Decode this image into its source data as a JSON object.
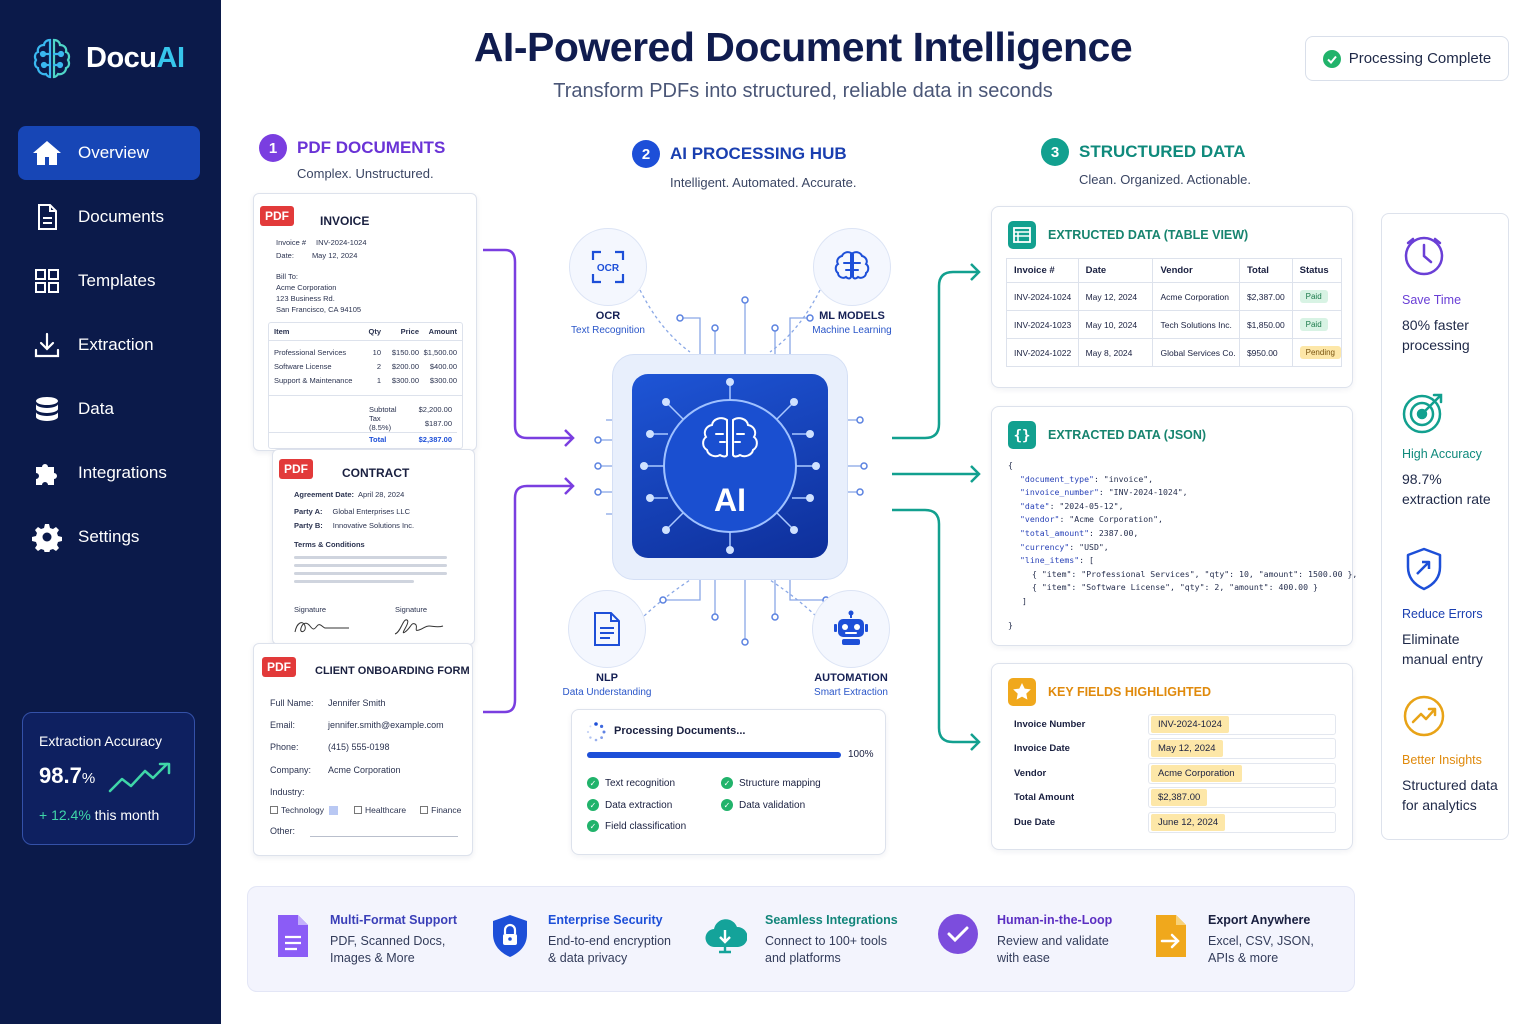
{
  "app": {
    "brand_prefix": "Docu",
    "brand_suffix": "AI"
  },
  "sidebar": {
    "items": [
      {
        "label": "Overview",
        "icon": "home-icon",
        "active": true
      },
      {
        "label": "Documents",
        "icon": "document-icon"
      },
      {
        "label": "Templates",
        "icon": "templates-icon"
      },
      {
        "label": "Extraction",
        "icon": "download-icon"
      },
      {
        "label": "Data",
        "icon": "database-icon"
      },
      {
        "label": "Integrations",
        "icon": "puzzle-icon"
      },
      {
        "label": "Settings",
        "icon": "gear-icon"
      }
    ],
    "accuracy": {
      "title": "Extraction Accuracy",
      "value": "98.7",
      "unit": "%",
      "delta": "+ 12.4%",
      "delta_suffix": " this month"
    }
  },
  "header": {
    "title": "AI-Powered Document Intelligence",
    "subtitle": "Transform PDFs into structured, reliable data in seconds",
    "status": "Processing Complete"
  },
  "steps": [
    {
      "num": "1",
      "title": "PDF DOCUMENTS",
      "subtitle": "Complex. Unstructured.",
      "color": "#7a3ee0"
    },
    {
      "num": "2",
      "title": "AI PROCESSING HUB",
      "subtitle": "Intelligent. Automated. Accurate.",
      "color": "#1d4fd8"
    },
    {
      "num": "3",
      "title": "STRUCTURED DATA",
      "subtitle": "Clean. Organized. Actionable.",
      "color": "#12a08f"
    }
  ],
  "invoice": {
    "badge": "PDF",
    "title": "INVOICE",
    "invoice_label": "Invoice #",
    "invoice_no": "INV-2024-1024",
    "date_label": "Date:",
    "date": "May 12, 2024",
    "bill_to": "Bill To:",
    "bill_1": "Acme Corporation",
    "bill_2": "123 Business Rd.",
    "bill_3": "San Francisco, CA 94105",
    "headers": [
      "Item",
      "Qty",
      "Price",
      "Amount"
    ],
    "rows": [
      [
        "Professional Services",
        "10",
        "$150.00",
        "$1,500.00"
      ],
      [
        "Software License",
        "2",
        "$200.00",
        "$400.00"
      ],
      [
        "Support & Maintenance",
        "1",
        "$300.00",
        "$300.00"
      ]
    ],
    "subtotal_label": "Subtotal",
    "subtotal": "$2,200.00",
    "tax_label": "Tax (8.5%)",
    "tax": "$187.00",
    "total_label": "Total",
    "total": "$2,387.00"
  },
  "contract": {
    "badge": "PDF",
    "title": "CONTRACT",
    "date_label": "Agreement Date:",
    "date": "April 28, 2024",
    "party_a_label": "Party A:",
    "party_a": "Global Enterprises LLC",
    "party_b_label": "Party B:",
    "party_b": "Innovative Solutions Inc.",
    "terms": "Terms & Conditions",
    "sig_1": "Signature",
    "sig_2": "Signature"
  },
  "form": {
    "badge": "PDF",
    "title": "CLIENT ONBOARDING FORM",
    "fields": [
      {
        "label": "Full Name:",
        "value": "Jennifer Smith"
      },
      {
        "label": "Email:",
        "value": "jennifer.smith@example.com"
      },
      {
        "label": "Phone:",
        "value": "(415) 555-0198"
      },
      {
        "label": "Company:",
        "value": "Acme Corporation"
      }
    ],
    "industry_label": "Industry:",
    "options": [
      "Technology",
      "Healthcare",
      "Finance"
    ],
    "other_label": "Other:"
  },
  "hub": {
    "chip_label": "AI",
    "modules": [
      {
        "title": "OCR",
        "subtitle": "Text Recognition",
        "icon": "ocr-scan-icon",
        "glyph": "OCR"
      },
      {
        "title": "ML MODELS",
        "subtitle": "Machine Learning",
        "icon": "brain-icon"
      },
      {
        "title": "NLP",
        "subtitle": "Data Understanding",
        "icon": "document-lines-icon"
      },
      {
        "title": "AUTOMATION",
        "subtitle": "Smart Extraction",
        "icon": "robot-icon"
      }
    ],
    "progress": {
      "title": "Processing Documents...",
      "percent": 100,
      "percent_label": "100%",
      "tasks": [
        "Text recognition",
        "Structure mapping",
        "Data extraction",
        "Data validation",
        "Field classification"
      ]
    }
  },
  "table_panel": {
    "title": "EXTRUCTED DATA (TABLE VIEW)",
    "headers": [
      "Invoice #",
      "Date",
      "Vendor",
      "Total",
      "Status"
    ],
    "rows": [
      {
        "invoice": "INV-2024-1024",
        "date": "May 12, 2024",
        "vendor": "Acme Corporation",
        "total": "$2,387.00",
        "status": "Paid"
      },
      {
        "invoice": "INV-2024-1023",
        "date": "May 10, 2024",
        "vendor": "Tech Solutions Inc.",
        "total": "$1,850.00",
        "status": "Paid"
      },
      {
        "invoice": "INV-2024-1022",
        "date": "May 8, 2024",
        "vendor": "Global Services Co.",
        "total": "$950.00",
        "status": "Pending"
      }
    ]
  },
  "json_panel": {
    "title": "EXTRACTED DATA (JSON)",
    "open": "{",
    "lines": [
      {
        "key": "\"document_type\"",
        "rest": ": \"invoice\","
      },
      {
        "key": "\"invoice_number\"",
        "rest": ": \"INV-2024-1024\","
      },
      {
        "key": "\"date\"",
        "rest": ": \"2024-05-12\","
      },
      {
        "key": "\"vendor\"",
        "rest": ": \"Acme Corporation\","
      },
      {
        "key": "\"total_amount\"",
        "rest": ": 2387.00,"
      },
      {
        "key": "\"currency\"",
        "rest": ": \"USD\","
      },
      {
        "key": "\"line_items\"",
        "rest": ": ["
      }
    ],
    "item_1": "{ \"item\": \"Professional Services\", \"qty\": 10, \"amount\": 1500.00 },",
    "item_2": "{ \"item\": \"Software License\", \"qty\": 2, \"amount\": 400.00 }",
    "close_arr": "]",
    "close": "}"
  },
  "key_fields": {
    "title": "KEY FIELDS HIGHLIGHTED",
    "fields": [
      {
        "label": "Invoice Number",
        "value": "INV-2024-1024"
      },
      {
        "label": "Invoice Date",
        "value": "May 12, 2024"
      },
      {
        "label": "Vendor",
        "value": "Acme Corporation"
      },
      {
        "label": "Total Amount",
        "value": "$2,387.00"
      },
      {
        "label": "Due Date",
        "value": "June 12, 2024"
      }
    ]
  },
  "benefits": [
    {
      "title": "Save Time",
      "desc": "80% faster processing",
      "color": "#6a3fd6",
      "icon": "clock-icon"
    },
    {
      "title": "High Accuracy",
      "desc": "98.7% extraction rate",
      "color": "#12a08f",
      "icon": "target-icon"
    },
    {
      "title": "Reduce Errors",
      "desc": "Eliminate manual entry",
      "color": "#1d4fd8",
      "icon": "shield-icon"
    },
    {
      "title": "Better Insights",
      "desc": "Structured data for analytics",
      "color": "#e8a317",
      "icon": "trend-icon"
    }
  ],
  "features": [
    {
      "title": "Multi-Format Support",
      "desc": "PDF, Scanned Docs, Images & More",
      "color": "#3a3fb8",
      "accent": "#8b5cf6",
      "icon": "file-icon"
    },
    {
      "title": "Enterprise Security",
      "desc": "End-to-end encryption & data privacy",
      "color": "#1d4fd8",
      "accent": "#1d4fd8",
      "icon": "lock-shield-icon"
    },
    {
      "title": "Seamless Integrations",
      "desc": "Connect to 100+ tools and platforms",
      "color": "#12857a",
      "accent": "#14a39a",
      "icon": "cloud-icon"
    },
    {
      "title": "Human-in-the-Loop",
      "desc": "Review and validate with ease",
      "color": "#5b2fc2",
      "accent": "#7c4ddd",
      "icon": "check-circle-icon"
    },
    {
      "title": "Export Anywhere",
      "desc": "Excel, CSV, JSON, APIs & more",
      "color": "#1a2040",
      "accent": "#f0a81c",
      "icon": "export-icon"
    }
  ]
}
